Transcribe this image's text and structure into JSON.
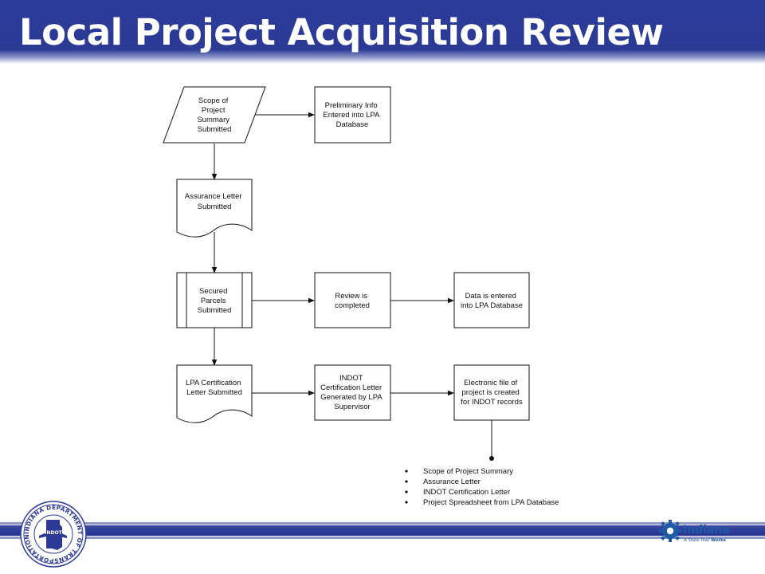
{
  "title": "Local Project Acquisition Review",
  "colors": {
    "header": "#2c3a96",
    "footer_bar": "#2c3a96",
    "logo_blue": "#1f5aa6"
  },
  "nodes": {
    "scope": {
      "shape": "parallelogram",
      "lines": [
        "Scope of",
        "Project",
        "Summary",
        "Submitted"
      ]
    },
    "prelim": {
      "shape": "process",
      "lines": [
        "Preliminary Info",
        "Entered into LPA",
        "Database"
      ]
    },
    "assurance": {
      "shape": "document",
      "lines": [
        "Assurance Letter",
        "Submitted"
      ]
    },
    "secured": {
      "shape": "predefined-process",
      "lines": [
        "Secured",
        "Parcels",
        "Submitted"
      ]
    },
    "review": {
      "shape": "process",
      "lines": [
        "Review is",
        "completed"
      ]
    },
    "data_entered": {
      "shape": "process",
      "lines": [
        "Data is entered",
        "into LPA Database"
      ]
    },
    "lpa_cert": {
      "shape": "document",
      "lines": [
        "LPA Certification",
        "Letter Submitted"
      ]
    },
    "indot_cert": {
      "shape": "process",
      "lines": [
        "INDOT",
        "Certification Letter",
        "Generated by LPA",
        "Supervisor"
      ]
    },
    "electronic": {
      "shape": "process",
      "lines": [
        "Electronic file of",
        "project is created",
        "for INDOT records"
      ]
    }
  },
  "edges": [
    {
      "from": "scope",
      "to": "prelim"
    },
    {
      "from": "scope",
      "to": "assurance"
    },
    {
      "from": "assurance",
      "to": "secured"
    },
    {
      "from": "secured",
      "to": "review"
    },
    {
      "from": "review",
      "to": "data_entered"
    },
    {
      "from": "secured",
      "to": "lpa_cert"
    },
    {
      "from": "lpa_cert",
      "to": "indot_cert"
    },
    {
      "from": "indot_cert",
      "to": "electronic"
    },
    {
      "from": "electronic",
      "to": "file_contents"
    }
  ],
  "file_contents": [
    "Scope of Project Summary",
    "Assurance Letter",
    "INDOT Certification Letter",
    "Project Spreadsheet from LPA Database"
  ],
  "logos": {
    "seal": {
      "ring_text": "INDIANA DEPARTMENT OF TRANSPORTATION",
      "center_text": "INDOT",
      "icon": "indot-seal-icon"
    },
    "brand": {
      "name": "Indiana",
      "tagline_prefix": "A State that ",
      "tagline_emphasis": "Works",
      "icon": "gear-icon"
    }
  }
}
